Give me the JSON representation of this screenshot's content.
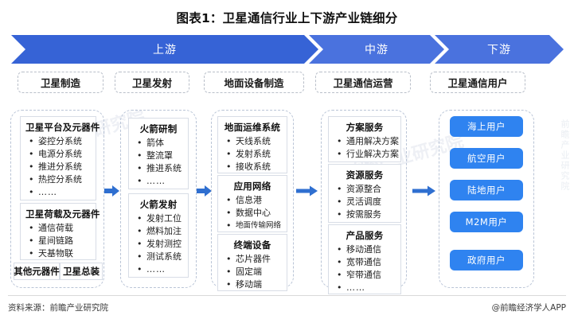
{
  "title": "图表1：卫星通信行业上下游产业链细分",
  "colors": {
    "banner_upstream": "#3663d6",
    "banner_mid": "#4a72de",
    "pill": "#2f83f0",
    "arrow": "#2f6fd0",
    "dashed_border": "#b9c4d6"
  },
  "stages": [
    {
      "label": "上游"
    },
    {
      "label": "中游"
    },
    {
      "label": "下游"
    }
  ],
  "segments": [
    {
      "label": "卫星制造"
    },
    {
      "label": "卫星发射"
    },
    {
      "label": "地面设备制造"
    },
    {
      "label": "卫星通信运营"
    },
    {
      "label": "卫星通信用户"
    }
  ],
  "columns": [
    {
      "name": "卫星制造",
      "groups": [
        {
          "title": "卫星平台及元器件",
          "items": [
            "姿控分系统",
            "电源分系统",
            "推进分系统",
            "热控分系统",
            "……"
          ]
        },
        {
          "title": "卫星荷载及元器件",
          "items": [
            "通信荷载",
            "星间链路",
            "天基物联"
          ]
        }
      ],
      "flat_boxes": [
        "其他元器件",
        "卫星总装"
      ]
    },
    {
      "name": "卫星发射",
      "groups": [
        {
          "title": "火箭研制",
          "items": [
            "箭体",
            "整流罩",
            "推进系统",
            "……"
          ]
        },
        {
          "title": "火箭发射",
          "items": [
            "发射工位",
            "燃料加注",
            "发射测控",
            "测试系统",
            "……"
          ]
        }
      ],
      "flat_boxes": []
    },
    {
      "name": "地面设备制造",
      "groups": [
        {
          "title": "地面运维系统",
          "items": [
            "天线系统",
            "发射系统",
            "接收系统"
          ]
        },
        {
          "title": "应用网络",
          "items": [
            "信息港",
            "数据中心",
            "地面传输网络"
          ]
        },
        {
          "title": "终端设备",
          "items": [
            "芯片器件",
            "固定端",
            "移动端"
          ]
        }
      ],
      "flat_boxes": []
    },
    {
      "name": "卫星通信运营",
      "groups": [
        {
          "title": "方案服务",
          "items": [
            "通用解决方案",
            "行业解决方案"
          ]
        },
        {
          "title": "资源服务",
          "items": [
            "资源整合",
            "灵活调度",
            "按需服务"
          ]
        },
        {
          "title": "产品服务",
          "items": [
            "移动通信",
            "宽带通信",
            "窄带通信",
            "……"
          ]
        }
      ],
      "flat_boxes": []
    },
    {
      "name": "卫星通信用户",
      "groups": [],
      "flat_boxes": [],
      "pills": [
        "海上用户",
        "航空用户",
        "陆地用户",
        "M2M用户",
        "政府用户"
      ]
    }
  ],
  "footer": {
    "source": "资料来源：前瞻产业研究院",
    "brand": "@前瞻经济学人APP"
  },
  "watermarks": {
    "center": "前瞻产业研究院",
    "right": "前瞻产业研究院"
  }
}
